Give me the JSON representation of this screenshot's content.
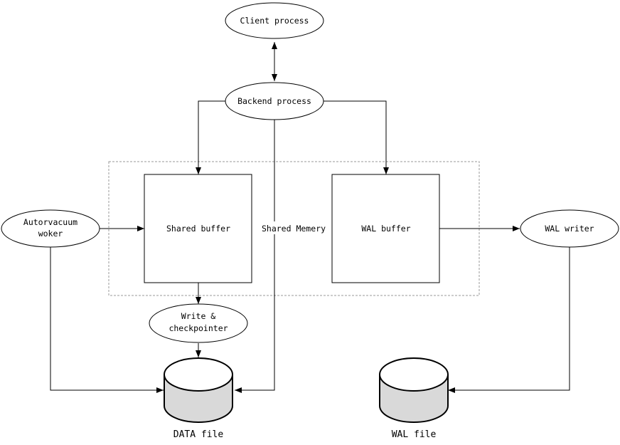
{
  "nodes": {
    "client_process": "Client process",
    "backend_process": "Backend process",
    "autovacuum_line1": "Autorvacuum",
    "autovacuum_line2": "woker",
    "shared_buffer": "Shared buffer",
    "shared_memory": "Shared Memery",
    "wal_buffer": "WAL buffer",
    "wal_writer": "WAL writer",
    "checkpointer_line1": "Write &",
    "checkpointer_line2": "checkpointer",
    "data_file": "DATA file",
    "wal_file": "WAL file"
  },
  "colors": {
    "stroke": "#000000",
    "dashed_region": "#9a9a9a",
    "cylinder_fill": "#d9d9d9"
  }
}
